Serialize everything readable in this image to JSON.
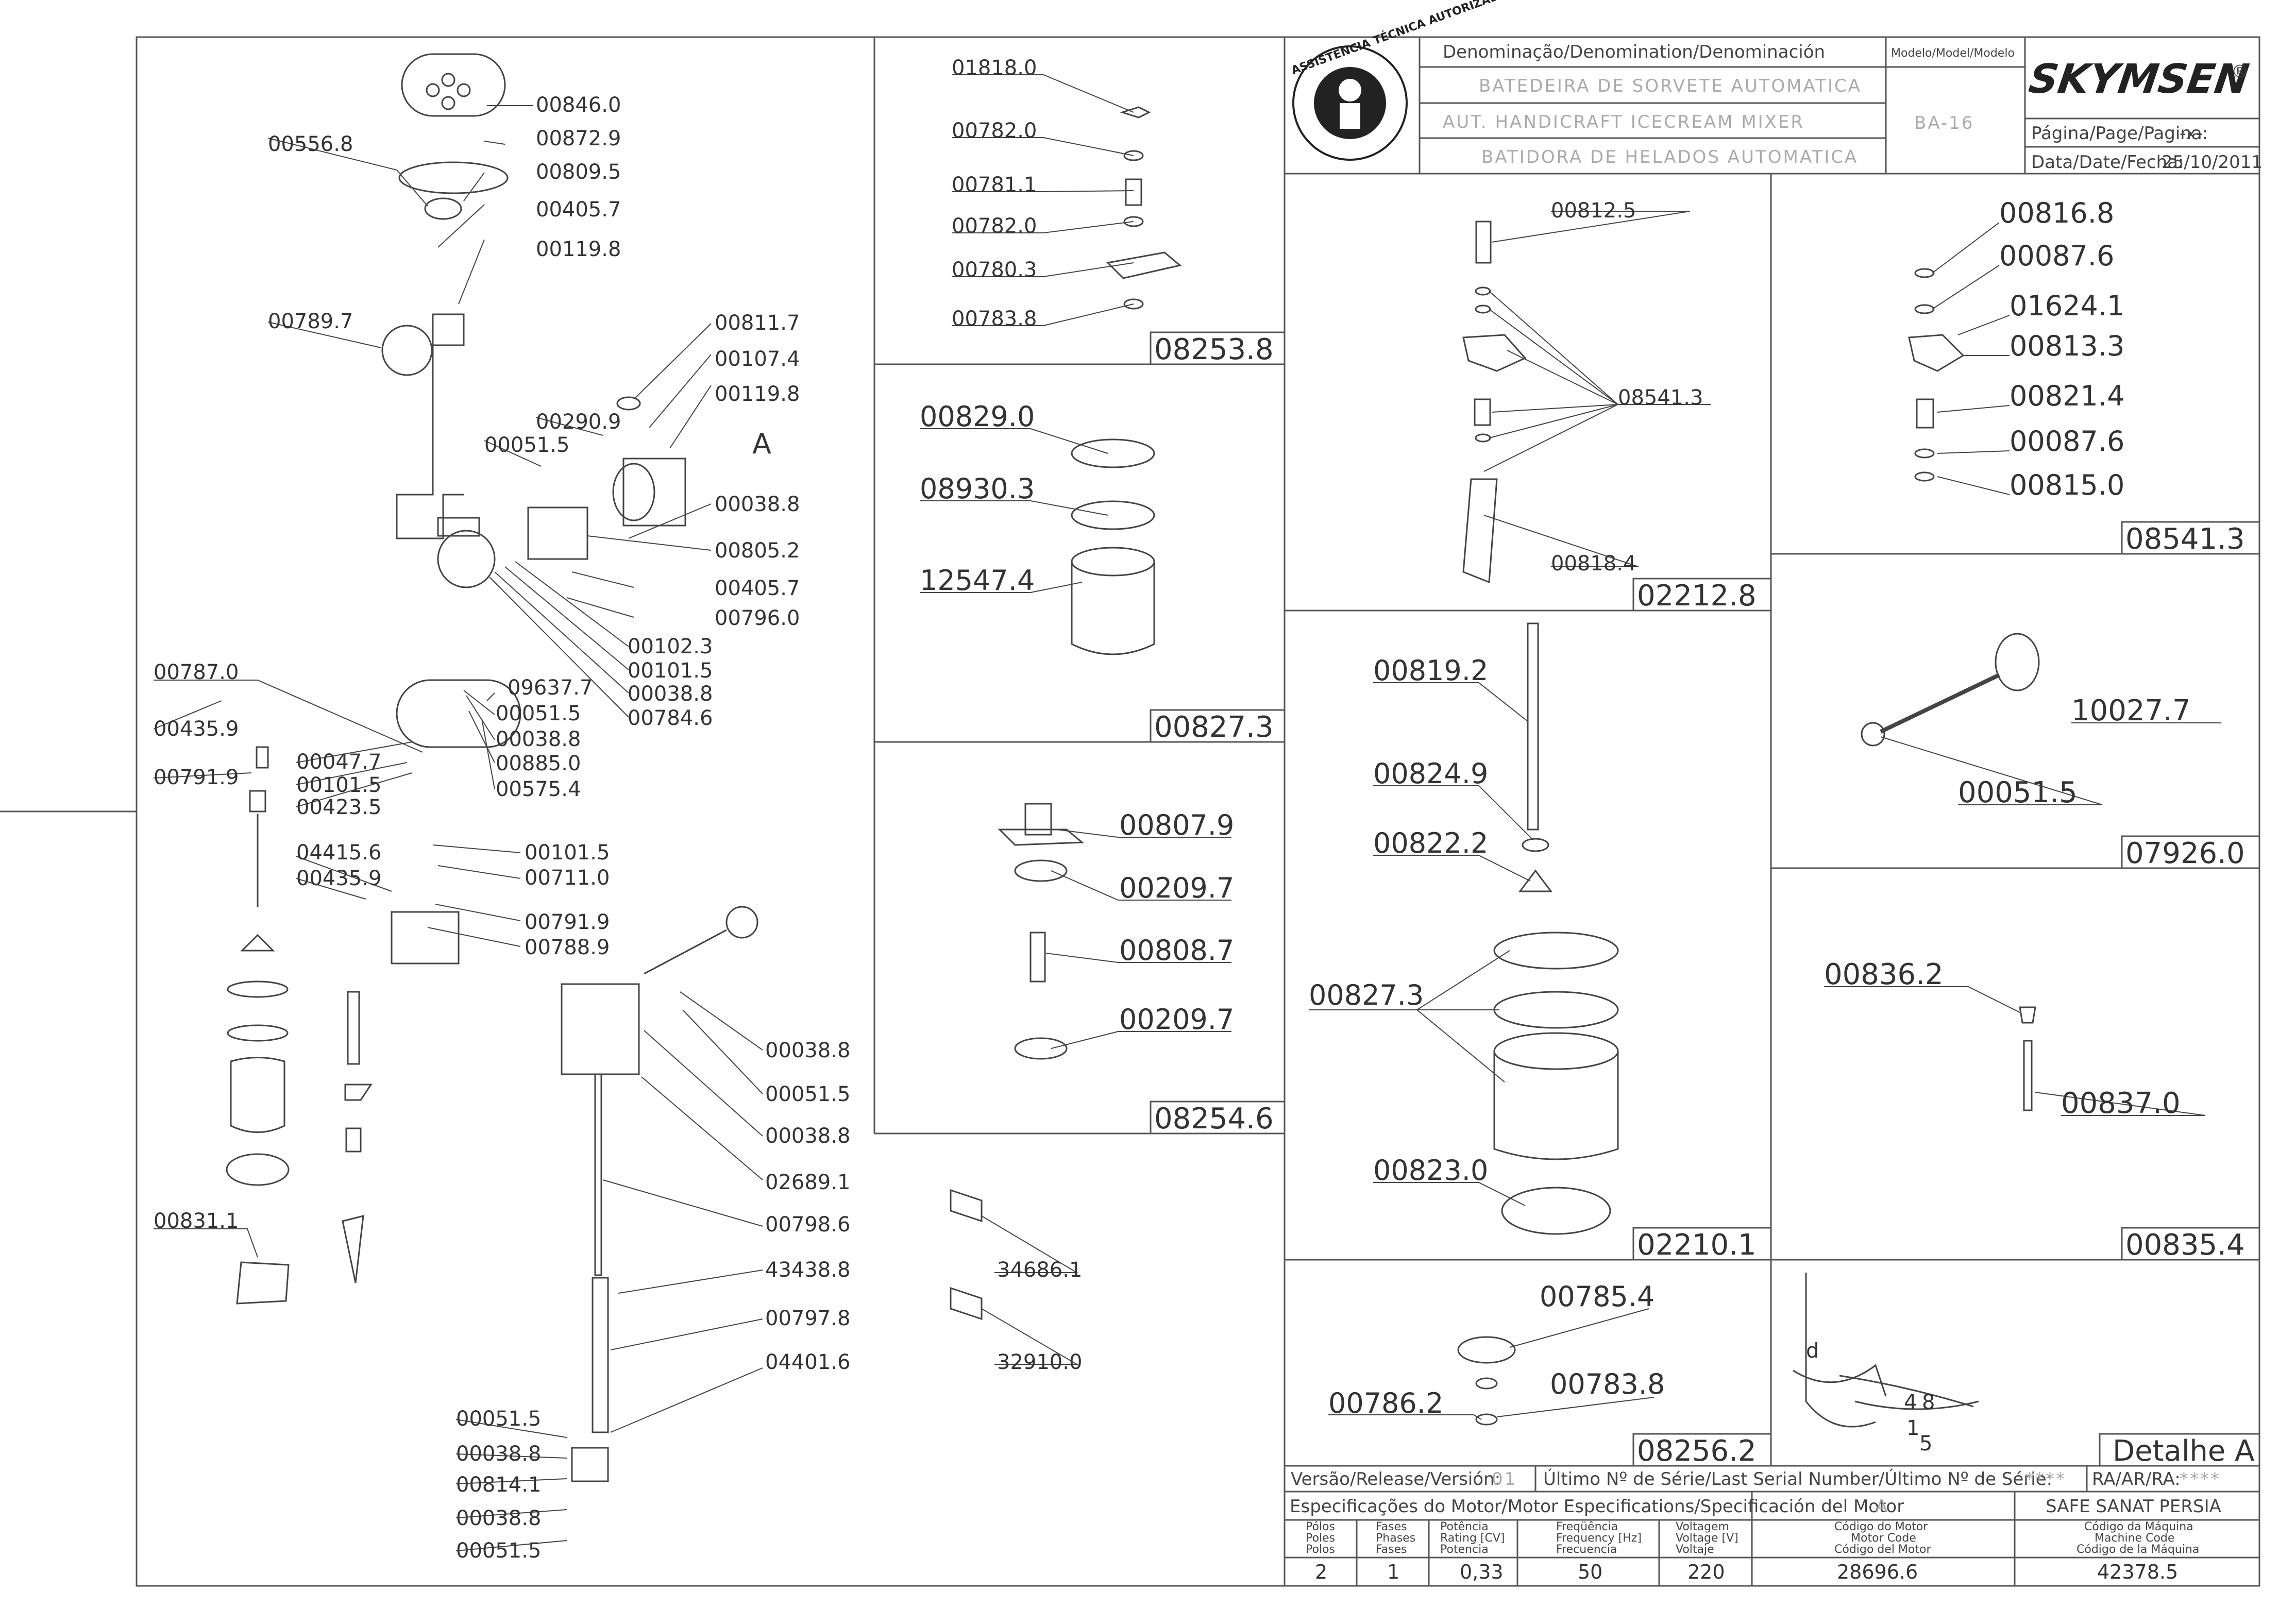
{
  "title_block": {
    "header": "Denominação/Denomination/Denominación",
    "names": [
      "BATEDEIRA DE SORVETE AUTOMATICA",
      "AUT. HANDICRAFT ICECREAM MIXER",
      "BATIDORA DE HELADOS AUTOMATICA"
    ],
    "model_label": "Modelo/Model/Modelo",
    "model": "BA-16",
    "brand": "SKYMSEN",
    "brand_mark": "®",
    "seal_text": "ASSISTÊNCIA TÉCNICA AUTORIZADA",
    "page_label": "Página/Page/Pagina:",
    "page_value": "-x-",
    "date_label": "Data/Date/Fecha:",
    "date_value": "25/10/2011",
    "version_label": "Versão/Release/Versión:",
    "version_value": "01",
    "last_serial_label": "Último Nº de Série/Last Serial Number/Último Nº de Série:",
    "last_serial_value": "****",
    "ra_label": "RA/AR/RA:",
    "ra_value": "****",
    "motor_spec_label": "Especificações do Motor/Motor Especifications/Specificación del Motor",
    "motor_ref": "A",
    "customer": "SAFE SANAT PERSIA",
    "col_poles": [
      "Pólos",
      "Poles",
      "Polos"
    ],
    "col_phases": [
      "Fases",
      "Phases",
      "Fases"
    ],
    "col_power": [
      "Potência",
      "Rating [CV]",
      "Potencia"
    ],
    "col_freq": [
      "Freqüência",
      "Frequency [Hz]",
      "Frecuencia"
    ],
    "col_volt": [
      "Voltagem",
      "Voltage [V]",
      "Voltaje"
    ],
    "col_motor_code": [
      "Código do Motor",
      "Motor Code",
      "Código del Motor"
    ],
    "col_machine_code": [
      "Código da Máquina",
      "Machine Code",
      "Código de la Máquina"
    ],
    "poles": "2",
    "phases": "1",
    "power": "0,33",
    "frequency": "50",
    "voltage": "220",
    "motor_code": "28696.6",
    "machine_code": "42378.5"
  },
  "main_view": {
    "detail_marker": "A",
    "labels": [
      "00846.0",
      "00872.9",
      "00556.8",
      "00809.5",
      "00405.7",
      "00119.8",
      "00789.7",
      "00811.7",
      "00107.4",
      "00119.8",
      "00290.9",
      "00051.5",
      "00038.8",
      "00805.2",
      "00405.7",
      "00796.0",
      "00102.3",
      "00101.5",
      "00038.8",
      "00784.6",
      "00787.0",
      "09637.7",
      "00051.5",
      "00435.9",
      "00038.8",
      "00885.0",
      "00047.7",
      "00575.4",
      "00791.9",
      "00101.5",
      "00423.5",
      "00101.5",
      "04415.6",
      "00711.0",
      "00435.9",
      "00791.9",
      "00788.9",
      "00038.8",
      "00051.5",
      "00038.8",
      "02689.1",
      "00798.6",
      "00831.1",
      "43438.8",
      "00797.8",
      "04401.6",
      "00051.5",
      "00038.8",
      "00814.1",
      "00038.8",
      "00051.5"
    ]
  },
  "panels": {
    "p08253": {
      "ref": "08253.8",
      "labels": [
        "01818.0",
        "00782.0",
        "00781.1",
        "00782.0",
        "00780.3",
        "00783.8"
      ]
    },
    "p00827": {
      "ref": "00827.3",
      "labels": [
        "00829.0",
        "08930.3",
        "12547.4"
      ]
    },
    "p08254": {
      "ref": "08254.6",
      "labels": [
        "00807.9",
        "00209.7",
        "00808.7",
        "00209.7"
      ]
    },
    "loose": {
      "labels": [
        "34686.1",
        "32910.0"
      ]
    },
    "p02212": {
      "ref": "02212.8",
      "labels": [
        "00812.5",
        "08541.3",
        "00818.4"
      ]
    },
    "p08541": {
      "ref": "08541.3",
      "labels": [
        "00816.8",
        "00087.6",
        "01624.1",
        "00813.3",
        "00821.4",
        "00087.6",
        "00815.0"
      ]
    },
    "p02210": {
      "ref": "02210.1",
      "labels": [
        "00819.2",
        "00824.9",
        "00822.2",
        "00827.3",
        "00823.0"
      ]
    },
    "p07926": {
      "ref": "07926.0",
      "labels": [
        "10027.7",
        "00051.5"
      ]
    },
    "p00835": {
      "ref": "00835.4",
      "labels": [
        "00836.2",
        "00837.0"
      ]
    },
    "p08256": {
      "ref": "08256.2",
      "labels": [
        "00785.4",
        "00783.8",
        "00786.2"
      ]
    },
    "detailA": {
      "title": "Detalhe A",
      "labels": [
        "d",
        "4",
        "8",
        "1",
        "5"
      ]
    }
  }
}
